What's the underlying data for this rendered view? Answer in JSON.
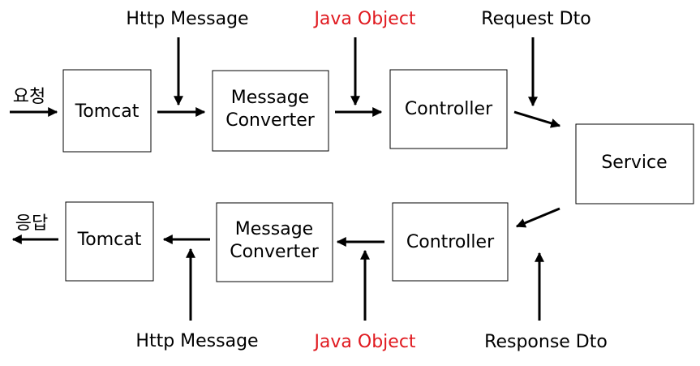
{
  "colors": {
    "highlight": "#e0191f",
    "text": "#000000"
  },
  "top_row": {
    "input_label": "요청",
    "tomcat": "Tomcat",
    "converter_line1": "Message",
    "converter_line2": "Converter",
    "controller": "Controller",
    "ann_http": "Http Message",
    "ann_java": "Java Object",
    "ann_dto": "Request Dto"
  },
  "service": "Service",
  "bottom_row": {
    "output_label": "응답",
    "tomcat": "Tomcat",
    "converter_line1": "Message",
    "converter_line2": "Converter",
    "controller": "Controller",
    "ann_http": "Http Message",
    "ann_java": "Java Object",
    "ann_dto": "Response Dto"
  }
}
